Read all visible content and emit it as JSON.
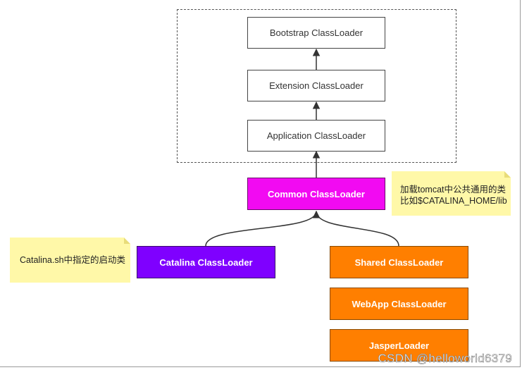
{
  "nodes": {
    "bootstrap": "Bootstrap ClassLoader",
    "extension": "Extension ClassLoader",
    "application": "Application ClassLoader",
    "common": "Common ClassLoader",
    "catalina": "Catalina ClassLoader",
    "shared": "Shared ClassLoader",
    "webapp": "WebApp ClassLoader",
    "jasper": "JasperLoader"
  },
  "notes": {
    "common_line1": "加载tomcat中公共通用的类",
    "common_line2": "比如$CATALINA_HOME/lib",
    "catalina": "Catalina.sh中指定的启动类"
  },
  "colors": {
    "common": "#f20af2",
    "catalina": "#7f00ff",
    "orange": "#ff7f00",
    "note": "#fff8a8"
  },
  "watermark": "CSDN @helloworld6379"
}
